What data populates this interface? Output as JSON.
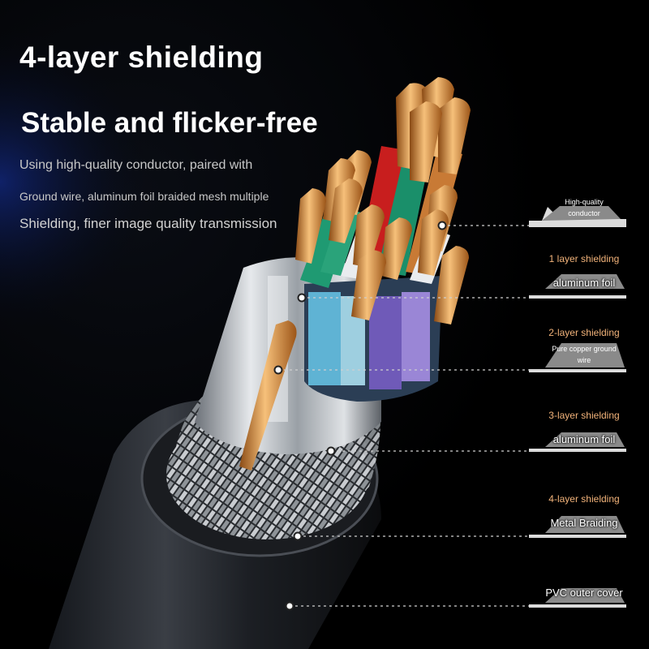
{
  "heading": "4-layer shielding",
  "subheading": "Stable and flicker-free",
  "description": [
    "Using high-quality conductor, paired with",
    "Ground wire, aluminum foil braided mesh multiple",
    "Shielding, finer image quality transmission"
  ],
  "callouts": {
    "conductor": {
      "label": "High-quality conductor"
    },
    "layer1": {
      "title": "1 layer shielding",
      "label": "aluminum foil"
    },
    "layer2": {
      "title": "2-layer shielding",
      "label": "Pure copper ground wire"
    },
    "layer3": {
      "title": "3-layer shielding",
      "label": "aluminum foil"
    },
    "layer4": {
      "title": "4-layer shielding",
      "label": "Metal Braiding"
    },
    "jacket": {
      "label": "PVC outer cover"
    }
  },
  "colors": {
    "background": "#000000",
    "accent_orange": "#f2b37a",
    "copper": "#d48a3c",
    "wire_red": "#d42626",
    "wire_green": "#1f9a72",
    "wire_blue": "#4aa0c8",
    "wire_purple": "#7a62c0"
  }
}
